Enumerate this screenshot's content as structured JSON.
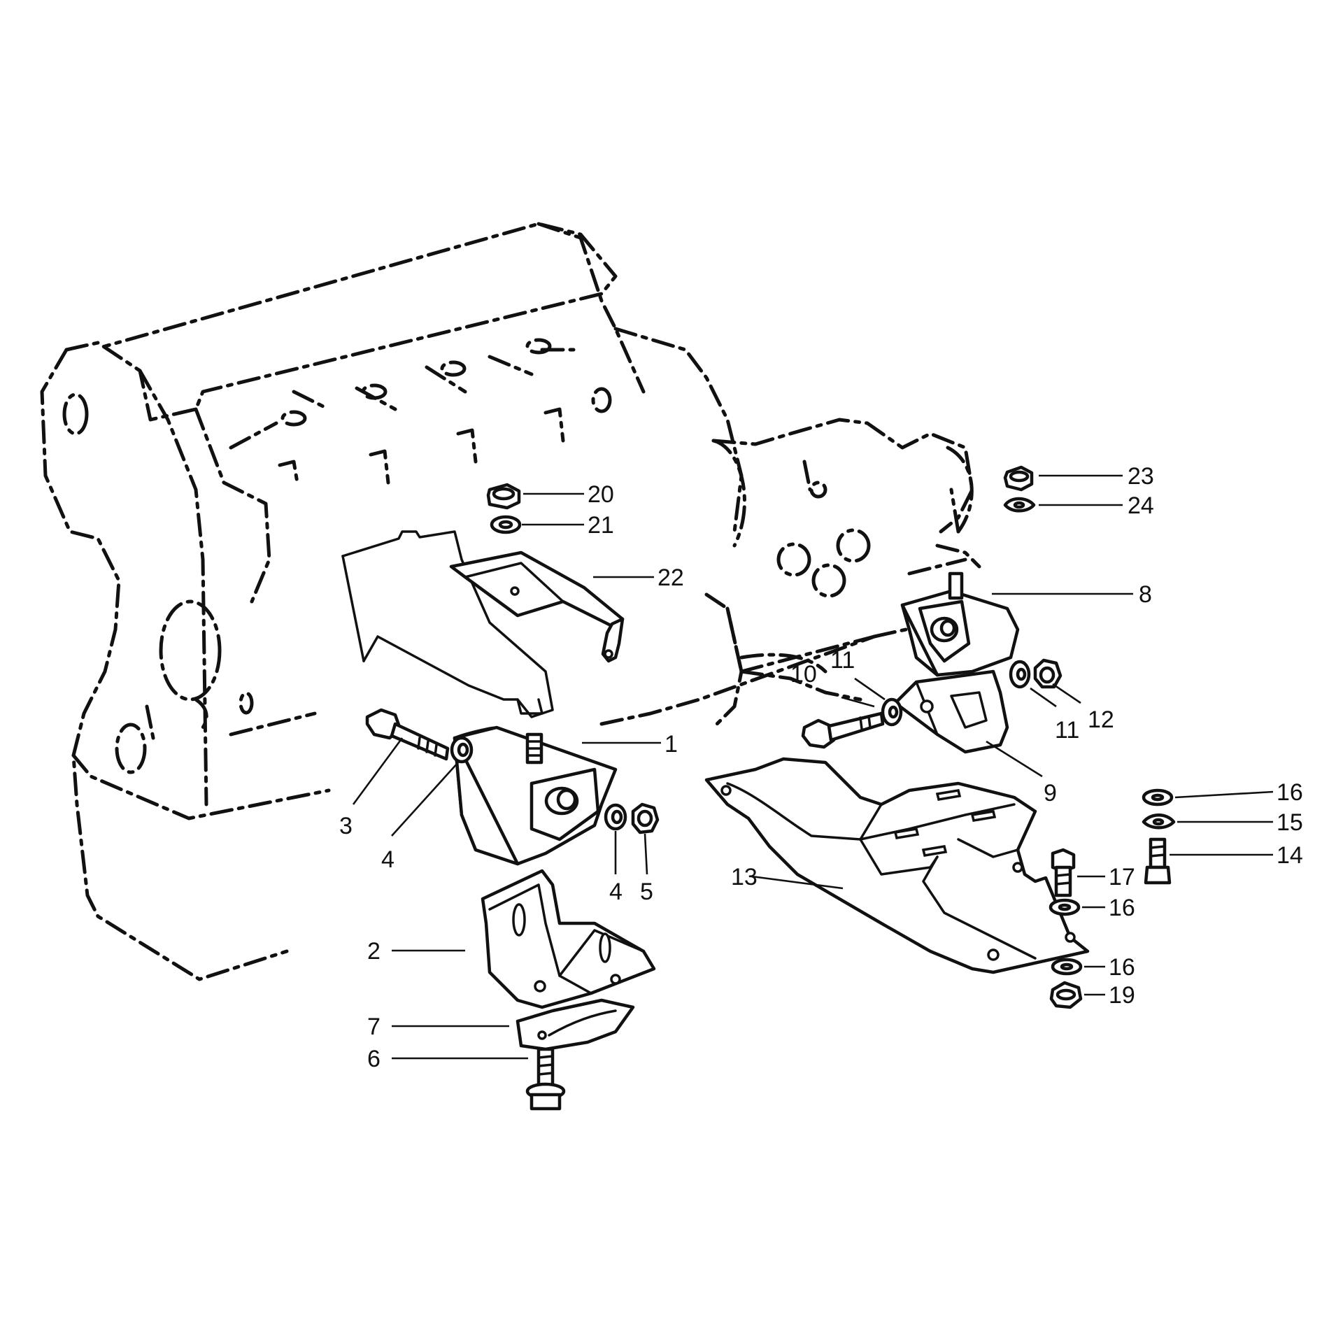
{
  "callouts": {
    "c1": "1",
    "c2": "2",
    "c3": "3",
    "c4a": "4",
    "c4b": "4",
    "c5": "5",
    "c6": "6",
    "c7": "7",
    "c8": "8",
    "c9": "9",
    "c10": "10",
    "c11a": "11",
    "c11b": "11",
    "c12": "12",
    "c13": "13",
    "c14": "14",
    "c15": "15",
    "c16a": "16",
    "c16b": "16",
    "c16c": "16",
    "c17": "17",
    "c19": "19",
    "c20": "20",
    "c21": "21",
    "c22": "22",
    "c23": "23",
    "c24": "24"
  }
}
